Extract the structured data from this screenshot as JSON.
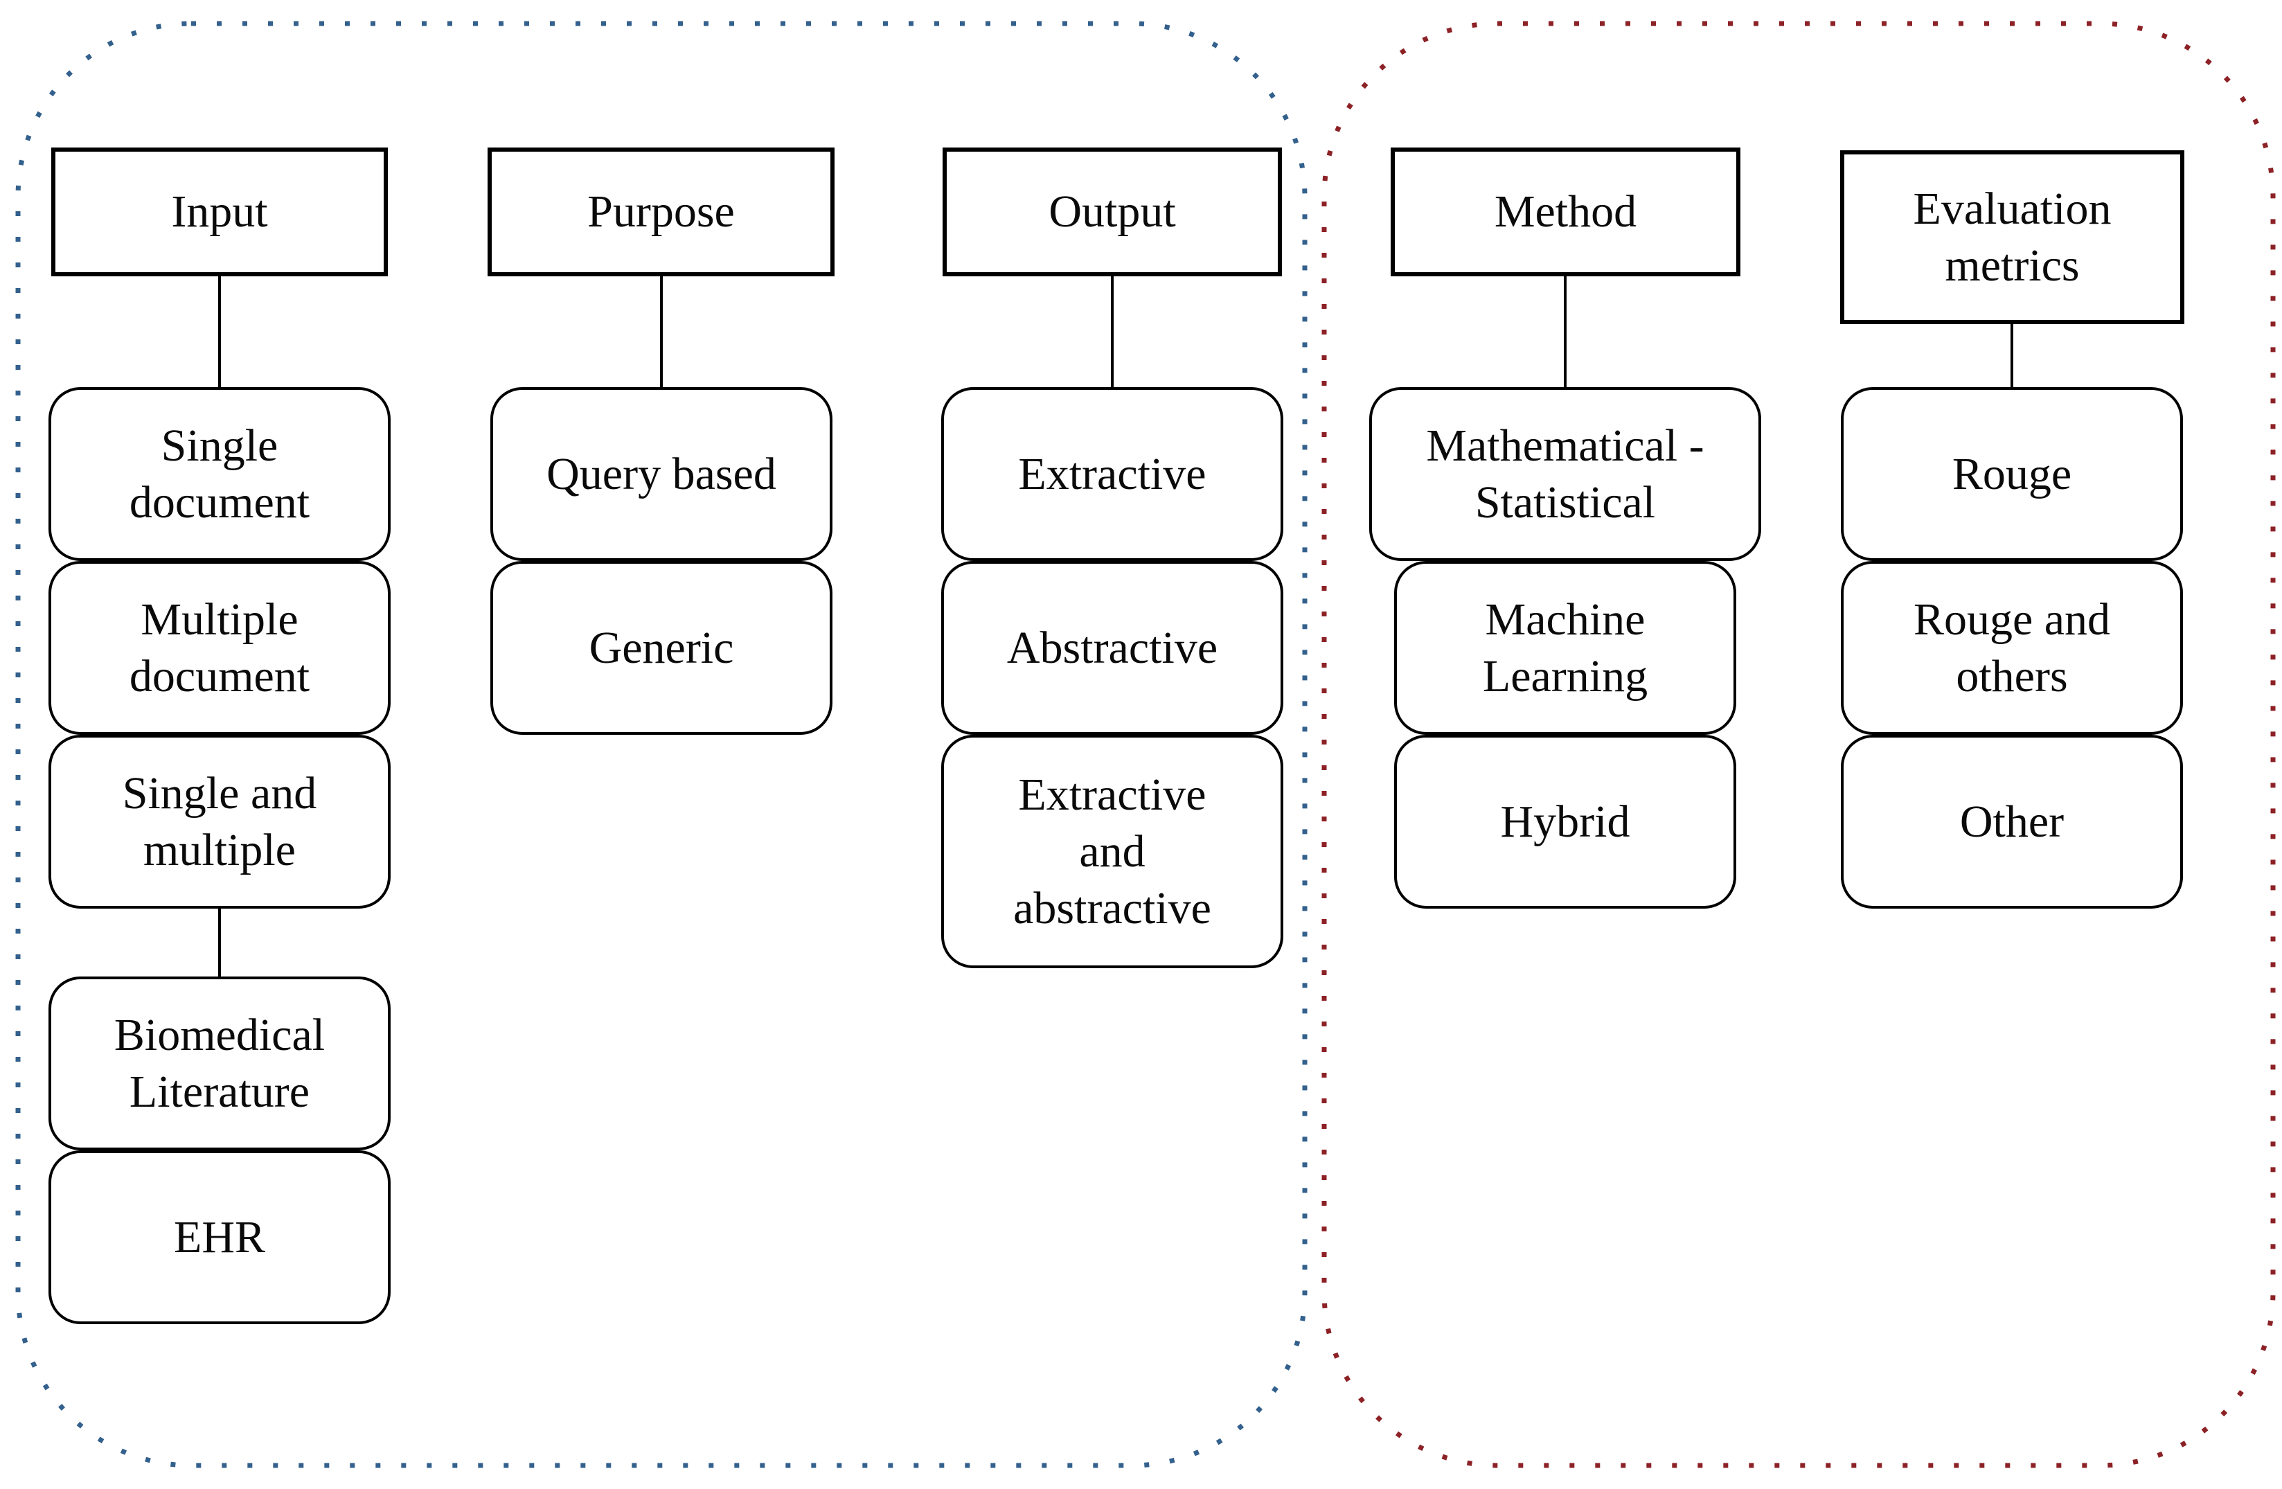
{
  "groups": [
    {
      "name": "left",
      "border_color": "#33608c"
    },
    {
      "name": "right",
      "border_color": "#8c2126"
    }
  ],
  "columns": [
    {
      "header": "Input",
      "items": [
        "Single document",
        "Multiple document",
        "Single and multiple",
        "Biomedical Literature",
        "EHR"
      ]
    },
    {
      "header": "Purpose",
      "items": [
        "Query based",
        "Generic"
      ]
    },
    {
      "header": "Output",
      "items": [
        "Extractive",
        "Abstractive",
        "Extractive and abstractive"
      ]
    },
    {
      "header": "Method",
      "items": [
        "Mathematical - Statistical",
        "Machine Learning",
        "Hybrid"
      ]
    },
    {
      "header": "Evaluation metrics",
      "items": [
        "Rouge",
        "Rouge and others",
        "Other"
      ]
    }
  ],
  "colors": {
    "node_border": "#000000",
    "text": "#0a0a0a",
    "background": "#ffffff"
  }
}
